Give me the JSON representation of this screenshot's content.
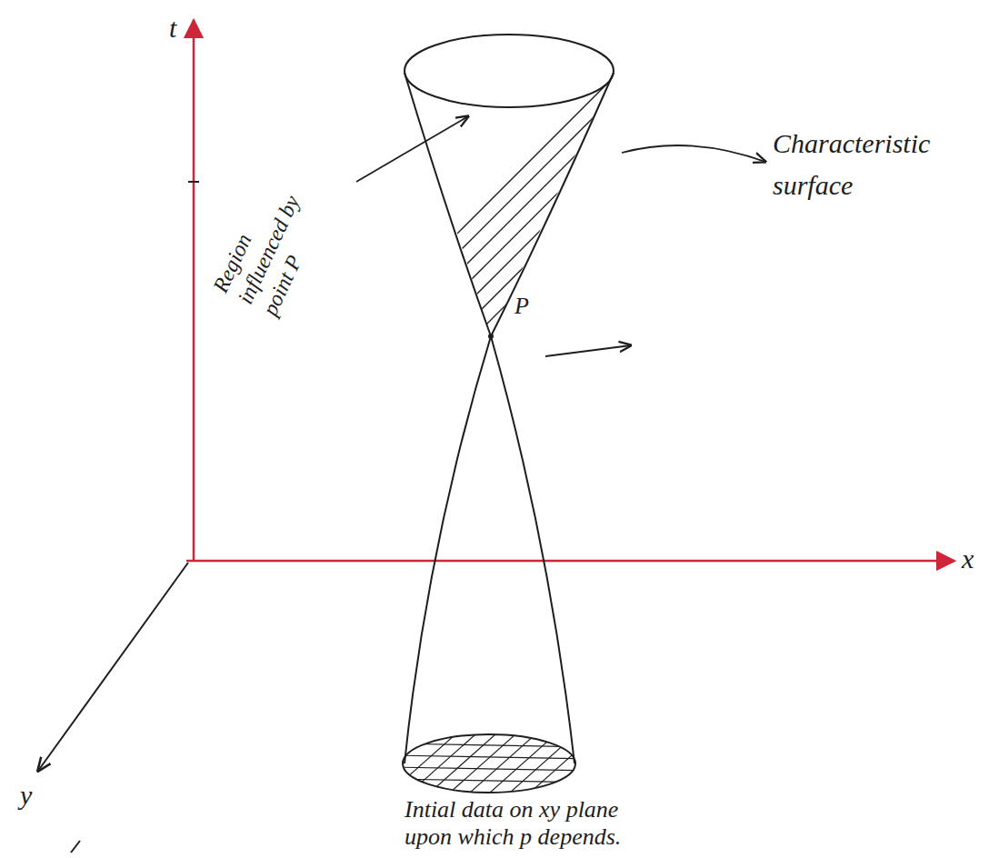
{
  "diagram": {
    "labels": [
      "t",
      "x",
      "y",
      "Region influenced by point P",
      "P",
      "Characteristic surface",
      "Intial data on xy plane upon which p depends."
    ]
  }
}
